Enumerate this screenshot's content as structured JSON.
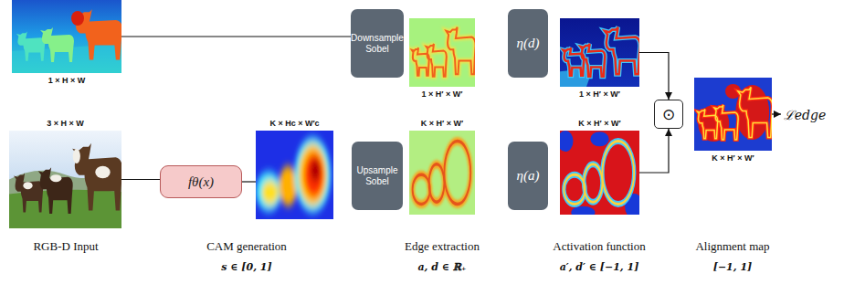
{
  "diagram": {
    "nodes": [
      {
        "text": [
          "1 × H × W"
        ]
      },
      {
        "text": [
          "Downsample Sobel"
        ]
      },
      {
        "text": [
          "1 × H′ × W′"
        ]
      },
      {
        "text": [
          "η(d)"
        ]
      },
      {
        "text": [
          "1 × H′ × W′"
        ]
      },
      {
        "text": [
          "⊙"
        ]
      },
      {
        "text": [
          "K × H′ × W′"
        ]
      },
      {
        "text": [
          "ℒedge"
        ]
      },
      {
        "text": [
          "3 × H × W"
        ]
      },
      {
        "text": [
          "fθ(x)"
        ]
      },
      {
        "text": [
          "K × Hc × W′c"
        ]
      },
      {
        "text": [
          "Upsample Sobel"
        ]
      },
      {
        "text": [
          "K × H′ × W′"
        ]
      },
      {
        "text": [
          "η(a)"
        ]
      },
      {
        "text": [
          "K × H′ × W′"
        ]
      }
    ],
    "edges": [
      {
        "from": 0,
        "to": 1,
        "arrow": "none"
      },
      {
        "from": 4,
        "to": 5,
        "arrow": "to"
      },
      {
        "from": 6,
        "to": 7,
        "arrow": "to"
      },
      {
        "from": 8,
        "to": 9,
        "arrow": "none"
      },
      {
        "from": 9,
        "to": 10,
        "arrow": "none"
      },
      {
        "from": 14,
        "to": 5,
        "arrow": "to"
      }
    ],
    "labels": [
      "RGB-D Input",
      "CAM generation",
      "s ∈ [0, 1]",
      "Edge extraction",
      "a, d ∈ ℝ₊",
      "Activation function",
      "a′, d′ ∈ [−1, 1]",
      "Alignment map",
      "[−1, 1]"
    ]
  }
}
